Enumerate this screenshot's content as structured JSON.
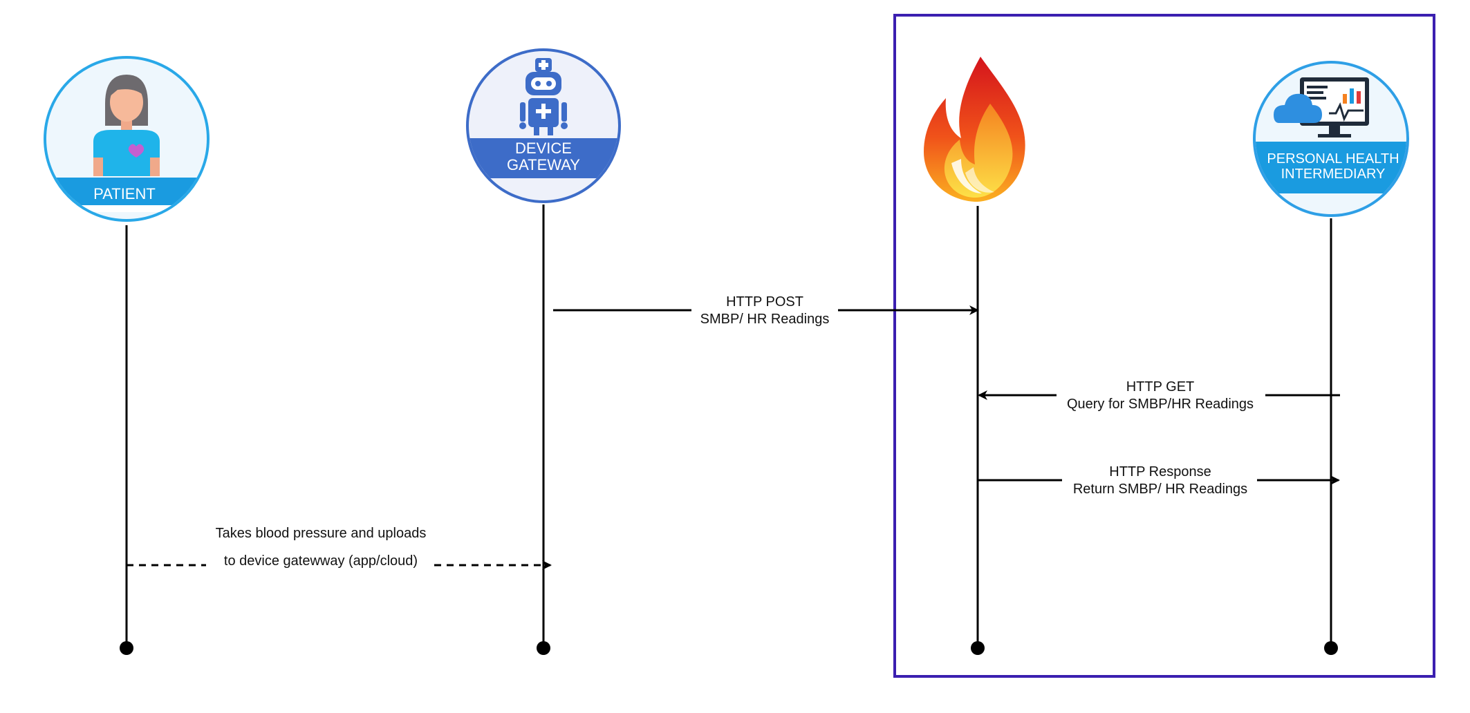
{
  "actors": {
    "patient": {
      "label": "PATIENT"
    },
    "device_gateway": {
      "label_line1": "DEVICE",
      "label_line2": "GATEWAY"
    },
    "fhir_server": {
      "icon": "flame-icon"
    },
    "phi": {
      "label_line1": "PERSONAL HEALTH",
      "label_line2": "INTERMEDIARY"
    }
  },
  "messages": {
    "patient_upload": {
      "line1": "Takes blood pressure and uploads",
      "line2": "to device gatewway (app/cloud)",
      "style": "dashed"
    },
    "http_post": {
      "line1": "HTTP POST",
      "line2": "SMBP/ HR Readings",
      "style": "solid"
    },
    "http_get": {
      "line1": "HTTP GET",
      "line2": "Query for SMBP/HR Readings",
      "style": "solid"
    },
    "http_response": {
      "line1": "HTTP Response",
      "line2": "Return SMBP/ HR Readings",
      "style": "solid"
    }
  },
  "colors": {
    "group_border": "#3b1fb0",
    "patient_ring": "#29a8e8",
    "gateway_ring": "#3d6cc8",
    "phi_ring": "#2e9fe6",
    "lifeline": "#000000"
  }
}
